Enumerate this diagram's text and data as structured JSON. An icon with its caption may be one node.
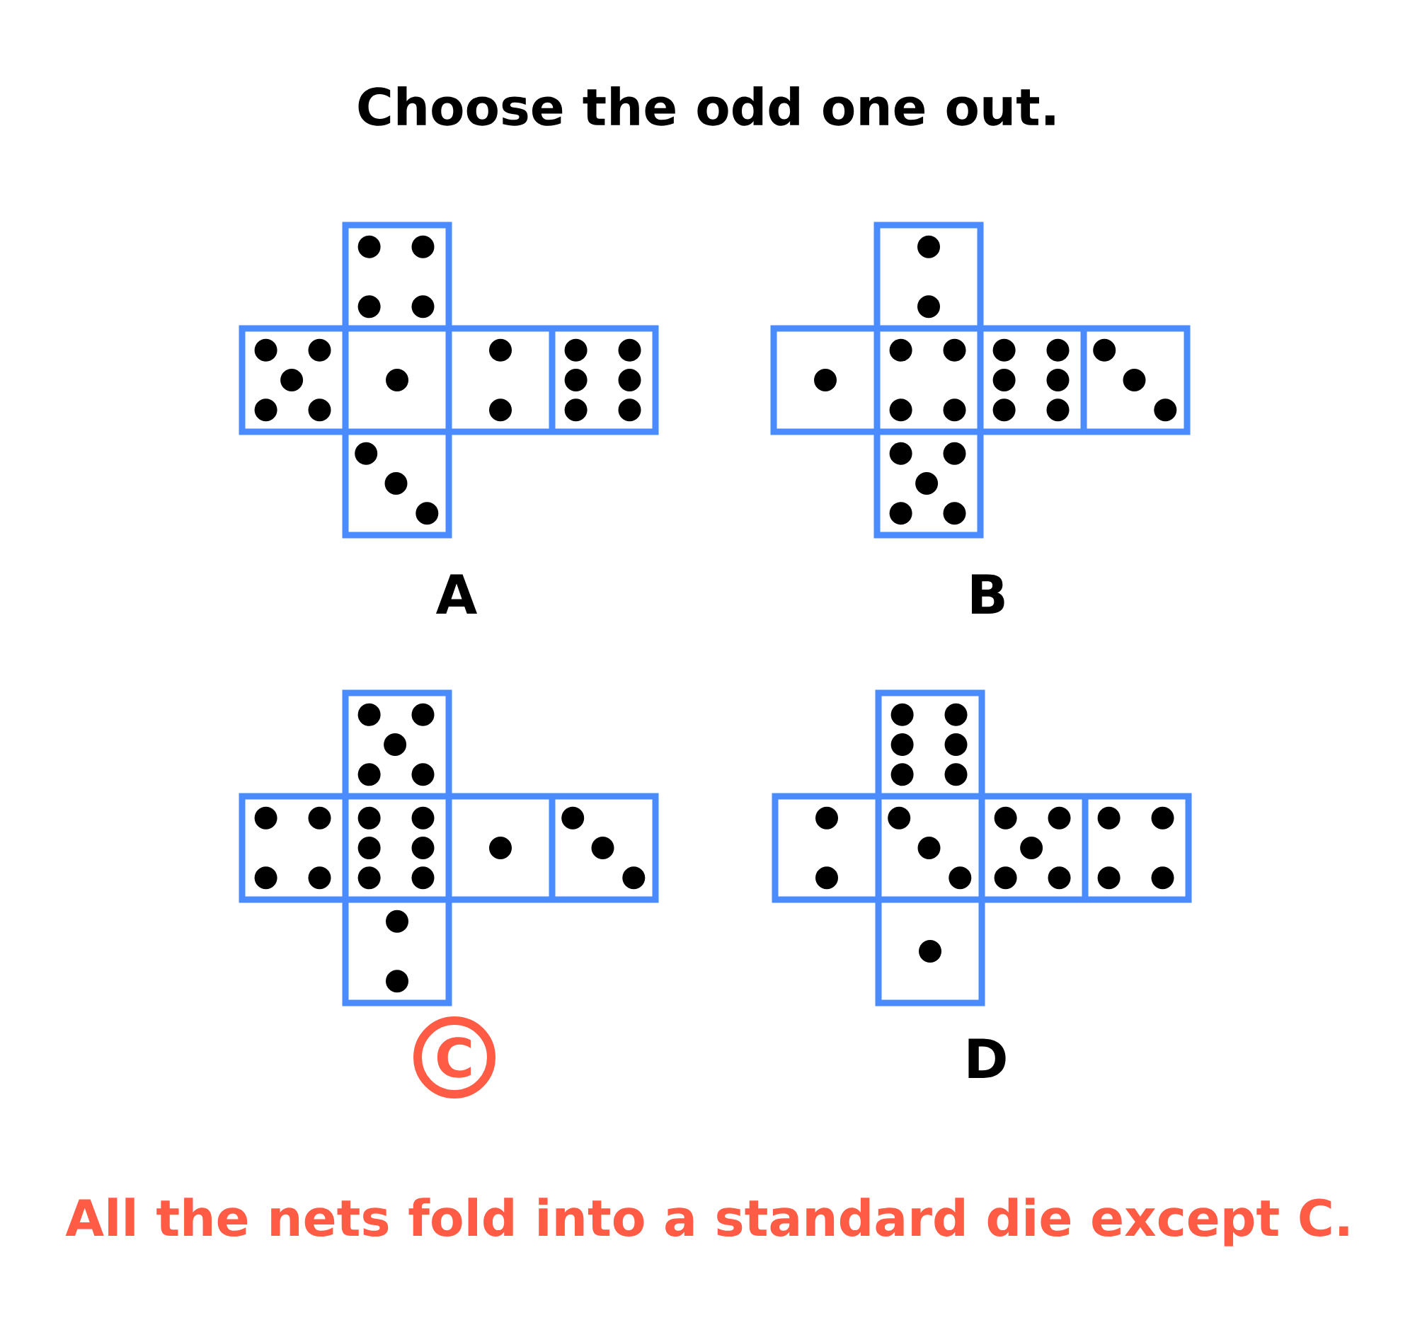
{
  "diagram": {
    "title": "Choose the odd one out.",
    "caption": "All the nets fold into a standard die except C.",
    "nodes": [
      {
        "text": [
          "C"
        ]
      }
    ],
    "labels": [
      "A",
      "B",
      "D"
    ]
  }
}
